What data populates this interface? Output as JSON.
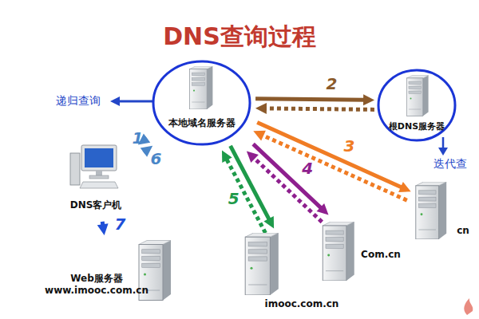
{
  "diagram": {
    "title": "DNS查询过程",
    "nodes": [
      {
        "text": [
          "本地域名服务器"
        ]
      },
      {
        "text": [
          "根DNS服务器"
        ]
      },
      {
        "text": [
          "DNS客户机"
        ]
      },
      {
        "text": [
          "cn"
        ]
      },
      {
        "text": [
          "Com.cn"
        ]
      },
      {
        "text": [
          "Web服务器 www.imooc.com.cn"
        ]
      },
      {
        "text": [
          "imooc.com.cn"
        ]
      }
    ],
    "edges": [
      {
        "from": 2,
        "to": 0,
        "arrow": "to",
        "label": "1"
      },
      {
        "from": 0,
        "to": 2,
        "arrow": "to",
        "label": "6"
      },
      {
        "from": 0,
        "to": 1,
        "arrow": "to",
        "label": "2"
      },
      {
        "from": 1,
        "to": 0,
        "arrow": "to"
      },
      {
        "from": 0,
        "to": 3,
        "arrow": "to",
        "label": "3"
      },
      {
        "from": 3,
        "to": 0,
        "arrow": "to"
      },
      {
        "from": 0,
        "to": 4,
        "arrow": "to",
        "label": "4"
      },
      {
        "from": 4,
        "to": 0,
        "arrow": "to"
      },
      {
        "from": 0,
        "to": 6,
        "arrow": "to",
        "label": "5"
      },
      {
        "from": 6,
        "to": 0,
        "arrow": "to"
      },
      {
        "from": 2,
        "to": 5,
        "arrow": "to",
        "label": "7"
      }
    ],
    "labels": [
      "递归查询",
      "迭代查"
    ]
  }
}
